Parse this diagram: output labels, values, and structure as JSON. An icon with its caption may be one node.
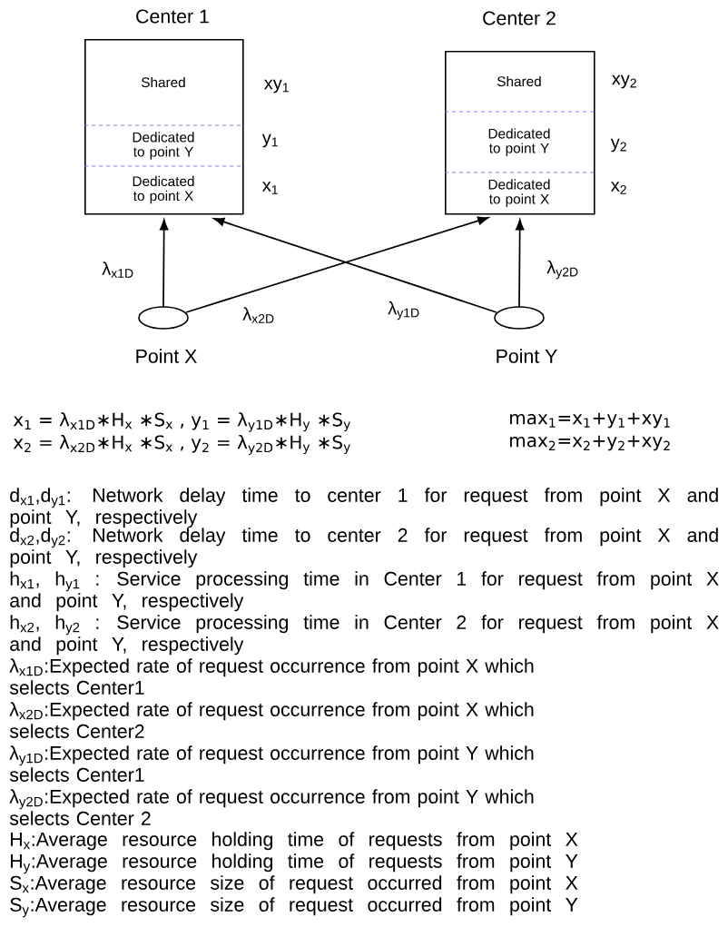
{
  "diagram": {
    "nodes": [
      {
        "text": [
          "Center 1"
        ]
      },
      {
        "text": [
          "Shared"
        ],
        "in": 0
      },
      {
        "text": [
          "Dedicated to point Y"
        ],
        "in": 0,
        "beside": [
          "y$_{1}$"
        ]
      },
      {
        "text": [
          "Dedicated to point X"
        ],
        "in": 0,
        "beside": [
          "x$_{1}$"
        ]
      },
      {
        "text": [
          "Center 2"
        ]
      },
      {
        "text": [
          "Shared"
        ],
        "in": 4
      },
      {
        "text": [
          "Dedicated to point Y"
        ],
        "in": 4,
        "beside": [
          "y$_{2}$"
        ]
      },
      {
        "text": [
          "Dedicated to point X"
        ],
        "in": 4,
        "beside": [
          "x$_{2}$"
        ]
      },
      {
        "text": [
          "Point X"
        ]
      },
      {
        "text": [
          "Point Y"
        ]
      }
    ],
    "edges": [
      {
        "from": 8,
        "to": 0,
        "arrow": "to",
        "label": "λ$_{x1D}$"
      },
      {
        "from": 8,
        "to": 4,
        "arrow": "to",
        "label": "λ$_{x2D}$"
      },
      {
        "from": 9,
        "to": 0,
        "arrow": "to",
        "label": "λ$_{y1D}$"
      },
      {
        "from": 9,
        "to": 4,
        "arrow": "to",
        "label": "λ$_{y2D}$"
      }
    ],
    "labels": [
      "xy$_{1}$",
      "xy$_{2}$",
      "x$_{1}$ = λ$_{x1D}$∗H$_{x}$ ∗S$_{x}$ , y$_{1}$ = λ$_{y1D}$∗H$_{y}$ ∗S$_{y}$",
      "max$_{1}$=x$_{1}$+y$_{1}$+xy$_{1}$",
      "x$_{2}$ = λ$_{x2D}$∗H$_{x}$ ∗S$_{x}$ , y$_{2}$ = λ$_{y2D}$∗H$_{y}$ ∗S$_{y}$",
      "max$_{2}$=x$_{2}$+y$_{2}$+xy$_{2}$",
      "d$_{x1}$,d$_{y1}$: Network delay time to center 1 for request from point X and point Y, respectively",
      "d$_{x2}$,d$_{y2}$: Network delay time to center 2 for request from point X and point Y, respectively",
      "h$_{x1}$, h$_{y1}$ : Service processing time in Center 1 for request from point X and point Y, respectively",
      "h$_{x2}$, h$_{y2}$ : Service processing time in Center 2 for request from point X and point Y, respectively",
      "λ$_{x1D}$:Expected rate of request occurrence from point X which selects Center1",
      "λ$_{x2D}$:Expected rate of request occurrence from point X which selects Center2",
      "λ$_{y1D}$:Expected rate of request occurrence from point Y which selects Center1",
      "λ$_{y2D}$:Expected rate of request occurrence from point Y which selects Center 2",
      "H$_{x}$:Average resource holding time of requests from point X",
      "H$_{y}$:Average resource holding time of requests from point Y",
      "S$_{x}$:Average resource size of request occurred from point X",
      "S$_{y}$:Average resource size of request occurred from point Y"
    ]
  }
}
